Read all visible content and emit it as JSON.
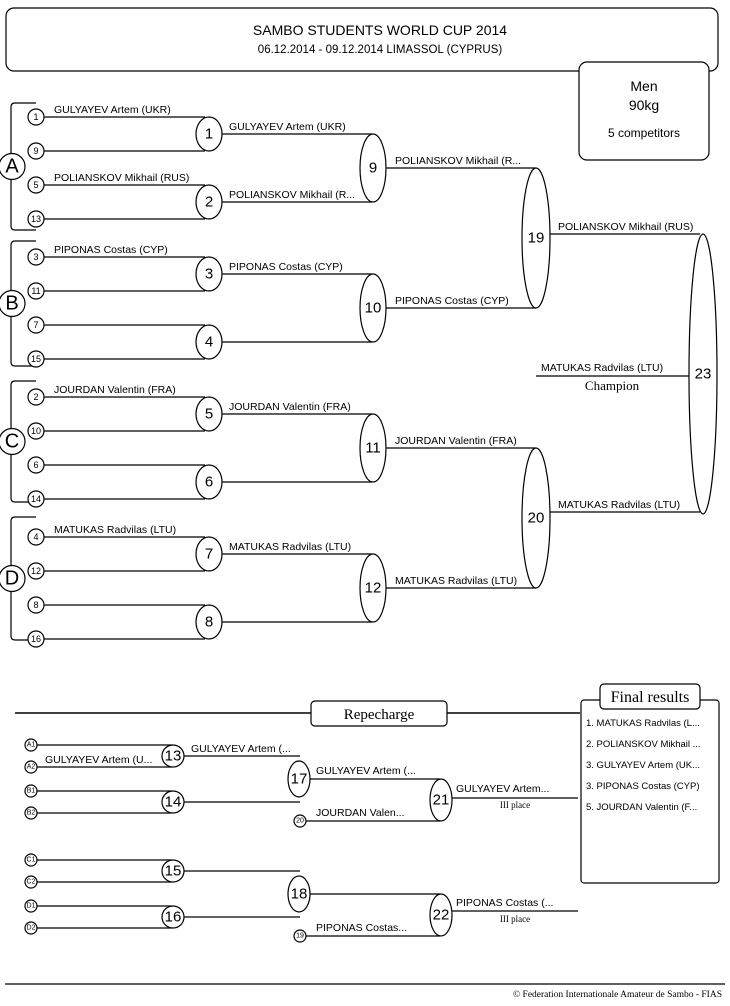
{
  "header": {
    "title": "SAMBO STUDENTS WORLD CUP 2014",
    "subtitle": "06.12.2014 - 09.12.2014 LIMASSOL  (CYPRUS)"
  },
  "category": {
    "gender": "Men",
    "weight": "90kg",
    "competitors": "5 competitors"
  },
  "pools": [
    "A",
    "B",
    "C",
    "D"
  ],
  "draw": [
    {
      "seed": "1",
      "name": "GULYAYEV Artem (UKR)"
    },
    {
      "seed": "9",
      "name": ""
    },
    {
      "seed": "5",
      "name": "POLIANSKOV Mikhail (RUS)"
    },
    {
      "seed": "13",
      "name": ""
    },
    {
      "seed": "3",
      "name": "PIPONAS Costas (CYP)"
    },
    {
      "seed": "11",
      "name": ""
    },
    {
      "seed": "7",
      "name": ""
    },
    {
      "seed": "15",
      "name": ""
    },
    {
      "seed": "2",
      "name": "JOURDAN Valentin (FRA)"
    },
    {
      "seed": "10",
      "name": ""
    },
    {
      "seed": "6",
      "name": ""
    },
    {
      "seed": "14",
      "name": ""
    },
    {
      "seed": "4",
      "name": "MATUKAS Radvilas (LTU)"
    },
    {
      "seed": "12",
      "name": ""
    },
    {
      "seed": "8",
      "name": ""
    },
    {
      "seed": "16",
      "name": ""
    }
  ],
  "round1": [
    {
      "bout": "1",
      "winner": "GULYAYEV Artem (UKR)"
    },
    {
      "bout": "2",
      "winner": "POLIANSKOV Mikhail (R..."
    },
    {
      "bout": "3",
      "winner": "PIPONAS Costas (CYP)"
    },
    {
      "bout": "4",
      "winner": ""
    },
    {
      "bout": "5",
      "winner": "JOURDAN Valentin (FRA)"
    },
    {
      "bout": "6",
      "winner": ""
    },
    {
      "bout": "7",
      "winner": "MATUKAS Radvilas (LTU)"
    },
    {
      "bout": "8",
      "winner": ""
    }
  ],
  "round2": [
    {
      "bout": "9",
      "winner": "POLIANSKOV Mikhail (R..."
    },
    {
      "bout": "10",
      "winner": "PIPONAS Costas (CYP)"
    },
    {
      "bout": "11",
      "winner": "JOURDAN Valentin (FRA)"
    },
    {
      "bout": "12",
      "winner": "MATUKAS Radvilas (LTU)"
    }
  ],
  "semis": [
    {
      "bout": "19",
      "winner": "POLIANSKOV Mikhail (RUS)"
    },
    {
      "bout": "20",
      "winner": "MATUKAS Radvilas (LTU)"
    }
  ],
  "final": {
    "bout": "23",
    "winner": "MATUKAS Radvilas (LTU)",
    "caption": "Champion"
  },
  "repecharge": {
    "title": "Repecharge",
    "group1": {
      "slots": [
        "A1",
        "A2",
        "B1",
        "B2"
      ],
      "slot_names": [
        "",
        "GULYAYEV Artem (U...",
        "",
        ""
      ],
      "bout13": {
        "bout": "13",
        "winner": "GULYAYEV Artem (..."
      },
      "bout14": {
        "bout": "14",
        "winner": ""
      },
      "bout17": {
        "bout": "17",
        "winner": "GULYAYEV Artem (..."
      },
      "entry": {
        "seed": "20",
        "name": "JOURDAN Valen..."
      },
      "bout21": {
        "bout": "21",
        "winner": "GULYAYEV Artem...",
        "caption": "III place"
      }
    },
    "group2": {
      "slots": [
        "C1",
        "C2",
        "D1",
        "D2"
      ],
      "bout15": {
        "bout": "15"
      },
      "bout16": {
        "bout": "16"
      },
      "bout18": {
        "bout": "18"
      },
      "entry": {
        "seed": "19",
        "name": "PIPONAS Costas..."
      },
      "bout22": {
        "bout": "22",
        "winner": "PIPONAS Costas (...",
        "caption": "III place"
      }
    }
  },
  "final_results": {
    "title": "Final results",
    "items": [
      "1. MATUKAS Radvilas (L...",
      "2. POLIANSKOV Mikhail ...",
      "3. GULYAYEV Artem (UK...",
      "3. PIPONAS Costas (CYP)",
      "5. JOURDAN Valentin (F..."
    ]
  },
  "footer": "© Federation Internationale Amateur de Sambo - FIAS"
}
